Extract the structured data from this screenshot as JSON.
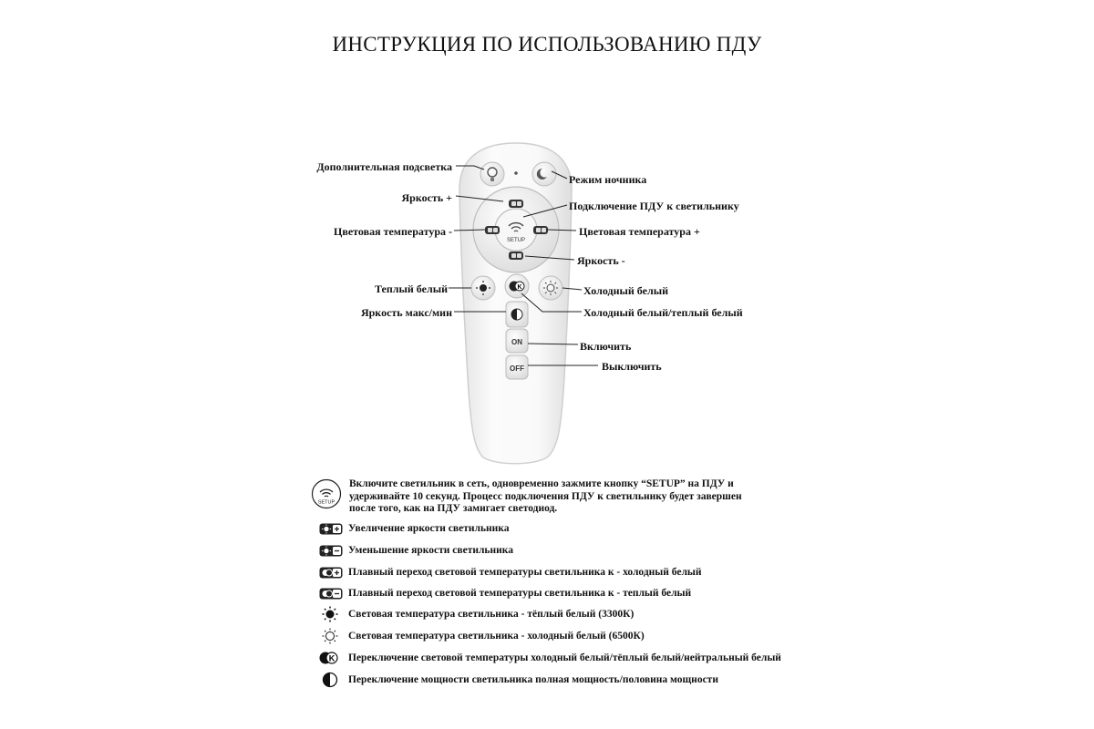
{
  "title": "ИНСТРУКЦИЯ ПО ИСПОЛЬЗОВАНИЮ ПДУ",
  "remote": {
    "setup_label": "SETUP",
    "on_label": "ON",
    "off_label": "OFF"
  },
  "callouts": {
    "extra_light": "Дополнительная подсветка",
    "night_mode": "Режим ночника",
    "brightness_plus": "Яркость +",
    "pairing": "Подключение ПДУ к светильнику",
    "color_temp_minus": "Цветовая температура -",
    "color_temp_plus": "Цветовая температура +",
    "brightness_minus": "Яркость -",
    "warm_white": "Теплый белый",
    "cool_white": "Холодный белый",
    "brightness_max_min": "Яркость макс/мин",
    "cool_warm_toggle": "Холодный белый/теплый белый",
    "turn_on": "Включить",
    "turn_off": "Выключить"
  },
  "legend": {
    "setup_text": "Включите светильник в сеть, одновременно зажмите кнопку “SETUP” на ПДУ и удерживайте 10 секунд. Процесс подключения ПДУ к светильнику будет завершен после того, как на ПДУ замигает светодиод.",
    "items": [
      {
        "icon": "sun-plus-icon",
        "text": "Увеличение яркости светильника"
      },
      {
        "icon": "sun-minus-icon",
        "text": "Уменьшение яркости светильника"
      },
      {
        "icon": "temp-plus-icon",
        "text": "Плавный переход световой температуры светильника к - холодный белый"
      },
      {
        "icon": "temp-minus-icon",
        "text": "Плавный переход световой температуры светильника к - теплый белый"
      },
      {
        "icon": "warm-sun-icon",
        "text": "Световая температура светильника - тёплый белый (3300К)"
      },
      {
        "icon": "cool-sun-icon",
        "text": "Световая температура светильника - холодный белый (6500К)"
      },
      {
        "icon": "k-toggle-icon",
        "text": "Переключение световой температуры холодный белый/тёплый белый/нейтральный белый"
      },
      {
        "icon": "half-moon-icon",
        "text": "Переключение мощности светильника полная мощность/половина мощности"
      }
    ]
  }
}
